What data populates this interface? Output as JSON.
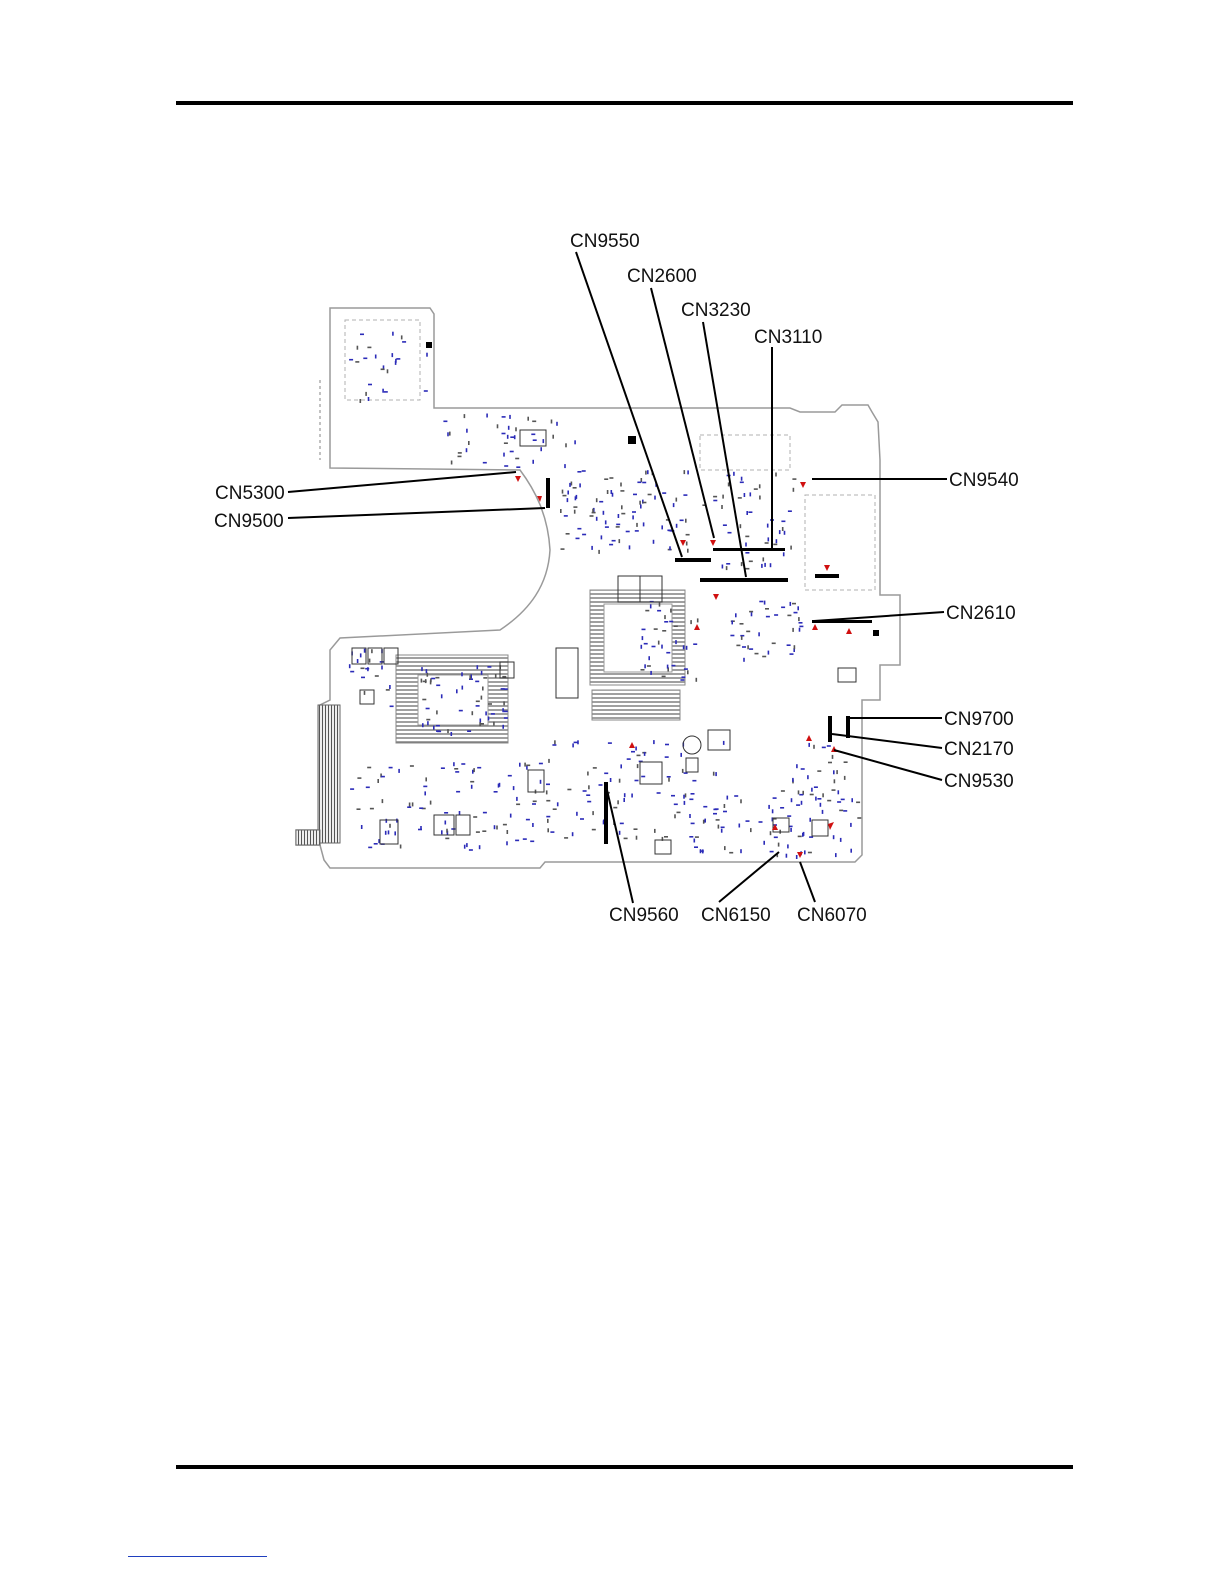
{
  "diagram": {
    "connectors": [
      {
        "id": "cn9550",
        "label": "CN9550"
      },
      {
        "id": "cn2600",
        "label": "CN2600"
      },
      {
        "id": "cn3230",
        "label": "CN3230"
      },
      {
        "id": "cn3110",
        "label": "CN3110"
      },
      {
        "id": "cn5300",
        "label": "CN5300"
      },
      {
        "id": "cn9500",
        "label": "CN9500"
      },
      {
        "id": "cn9540",
        "label": "CN9540"
      },
      {
        "id": "cn2610",
        "label": "CN2610"
      },
      {
        "id": "cn9700",
        "label": "CN9700"
      },
      {
        "id": "cn2170",
        "label": "CN2170"
      },
      {
        "id": "cn9530",
        "label": "CN9530"
      },
      {
        "id": "cn9560",
        "label": "CN9560"
      },
      {
        "id": "cn6150",
        "label": "CN6150"
      },
      {
        "id": "cn6070",
        "label": "CN6070"
      }
    ]
  },
  "colors": {
    "board_outline": "#9a9a9a",
    "component_blue": "#2b2bb8",
    "marker_red": "#d01010",
    "connector": "#000000"
  }
}
